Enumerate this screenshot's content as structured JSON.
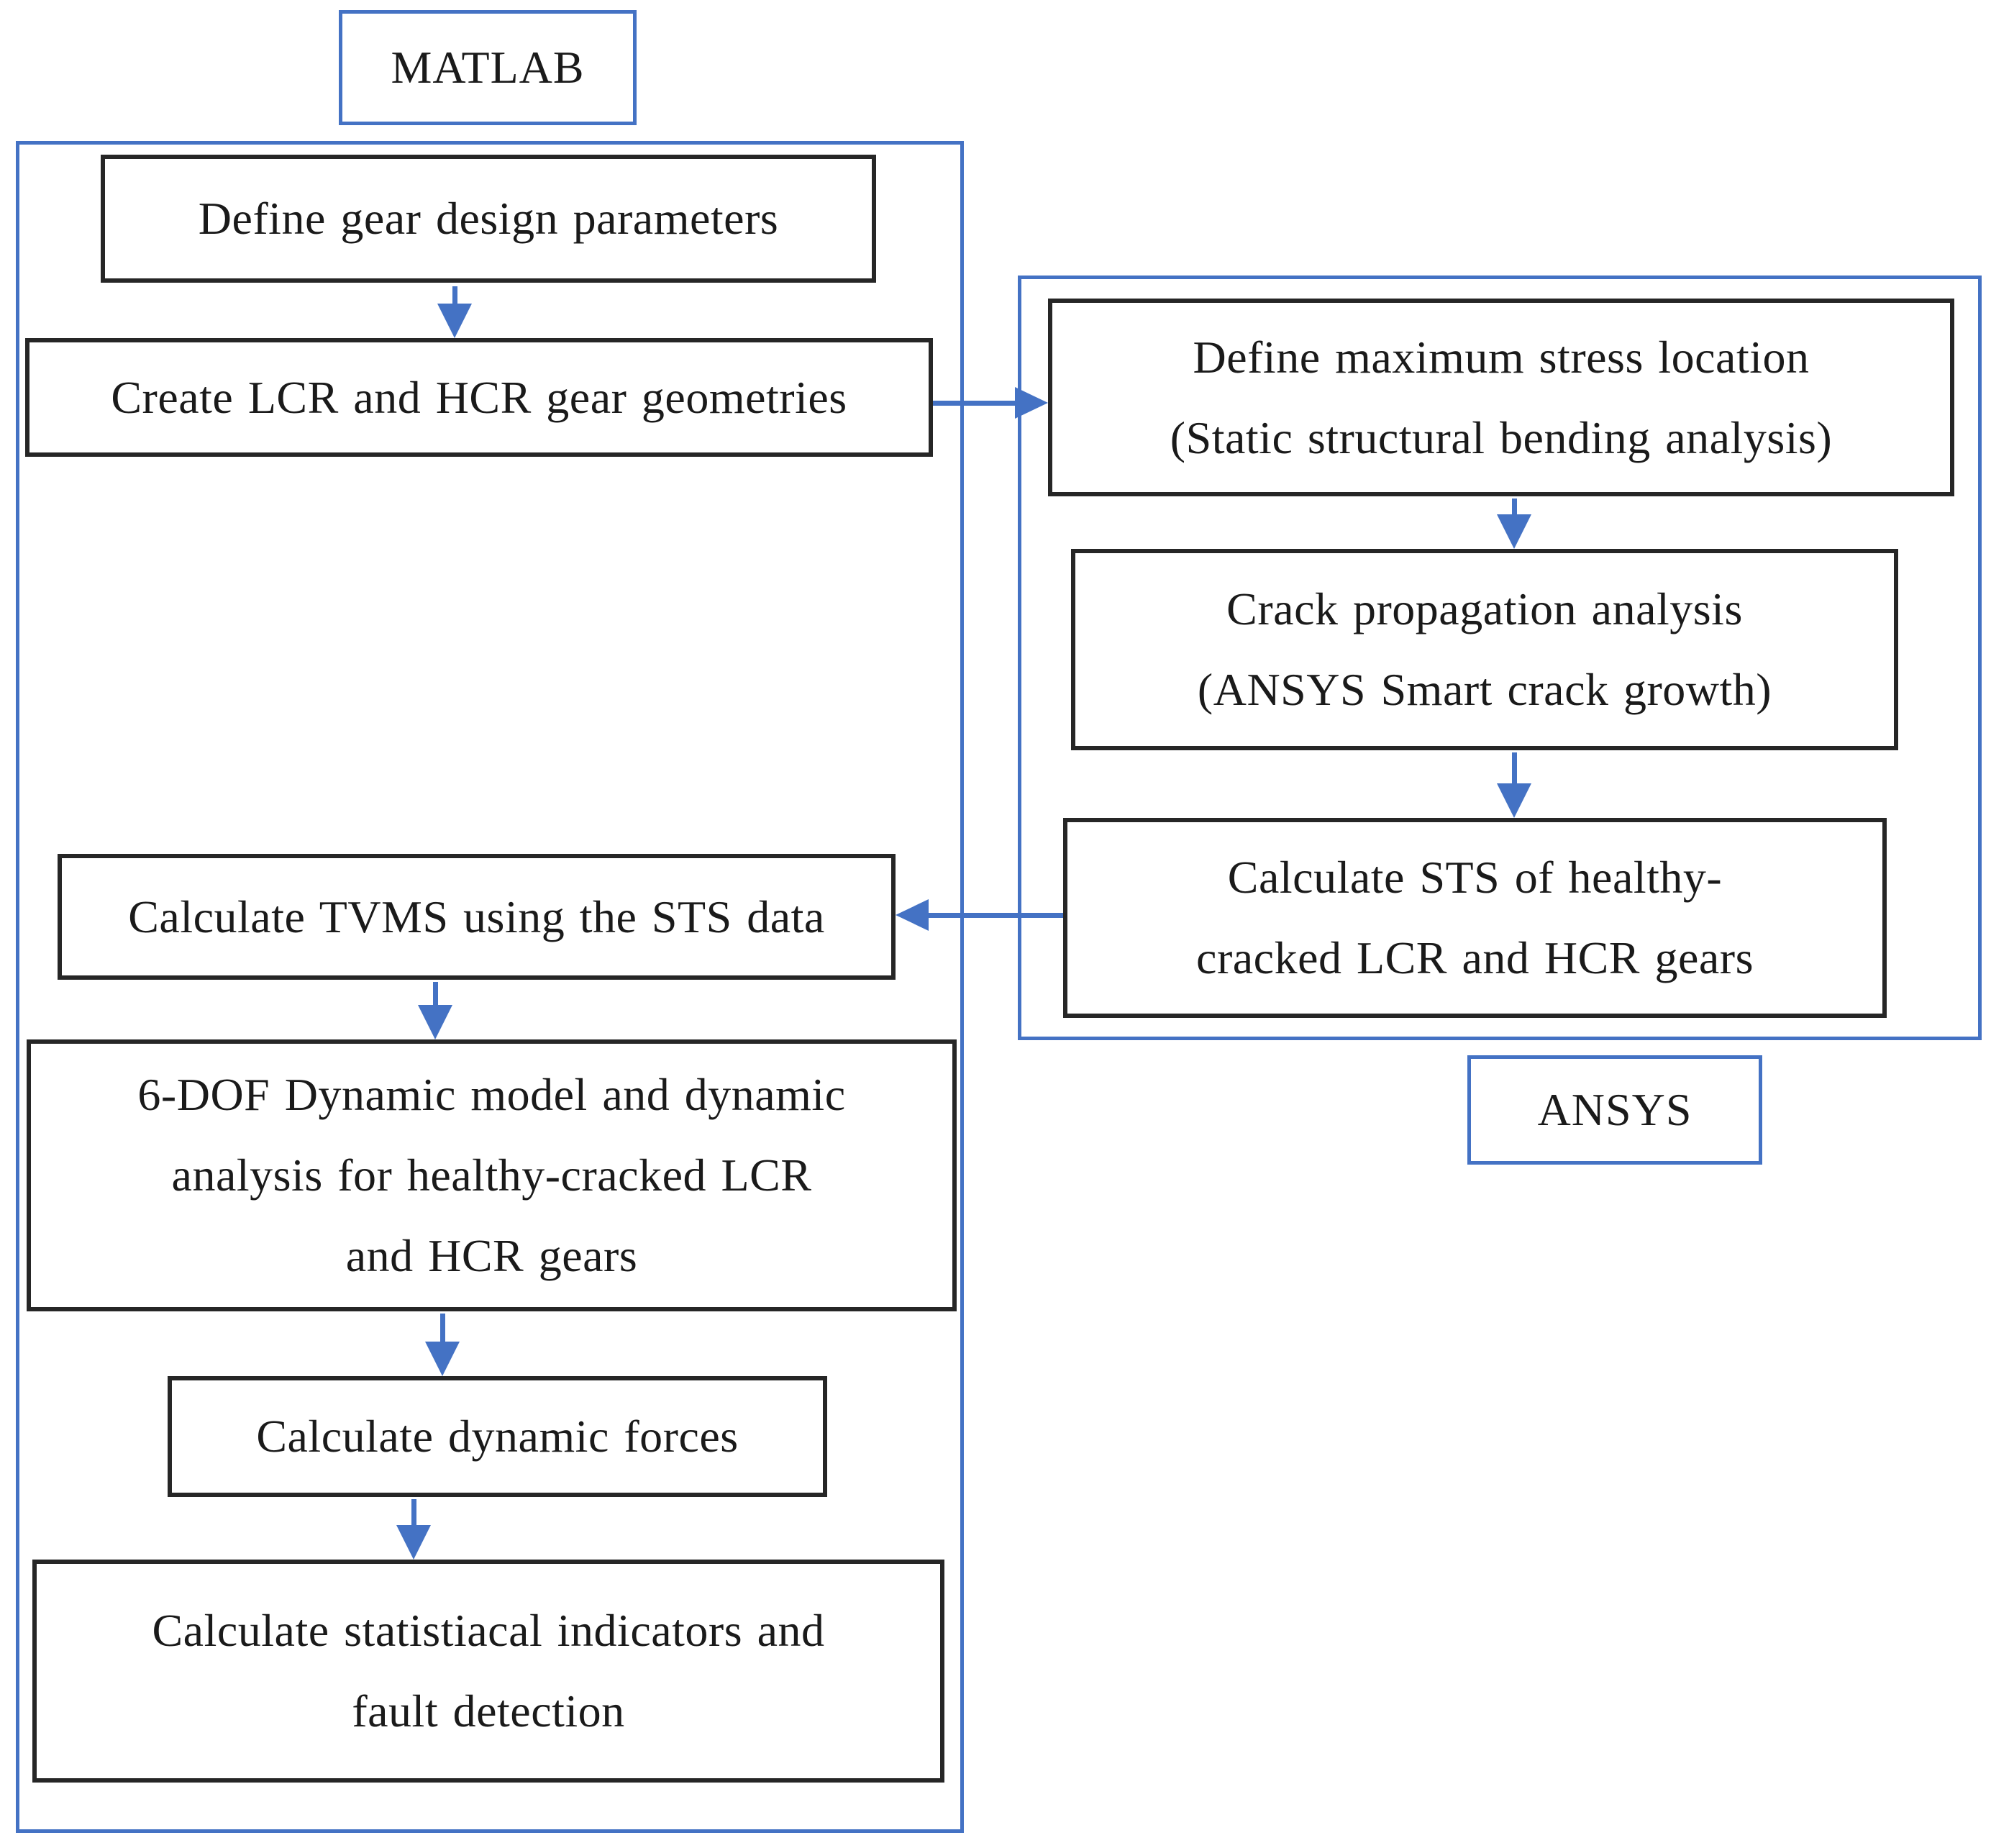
{
  "flow": {
    "matlab": {
      "title": "MATLAB",
      "steps": [
        {
          "label": "Define gear design parameters"
        },
        {
          "label": "Create LCR and HCR gear geometries"
        },
        {
          "label": "Calculate TVMS using the STS data"
        },
        {
          "label": "6-DOF Dynamic model and dynamic\nanalysis for healthy-cracked LCR\nand HCR gears"
        },
        {
          "label": "Calculate dynamic forces"
        },
        {
          "label": "Calculate statistiacal indicators and\nfault detection"
        }
      ]
    },
    "ansys": {
      "title": "ANSYS",
      "steps": [
        {
          "label": "Define maximum stress location\n(Static structural bending analysis)"
        },
        {
          "label": "Crack propagation analysis\n(ANSYS Smart crack growth)"
        },
        {
          "label": "Calculate STS of healthy-\ncracked LCR and HCR gears"
        }
      ]
    },
    "colors": {
      "accent": "#4472C4",
      "box_border": "#262626",
      "text": "#1a1a1a"
    }
  }
}
